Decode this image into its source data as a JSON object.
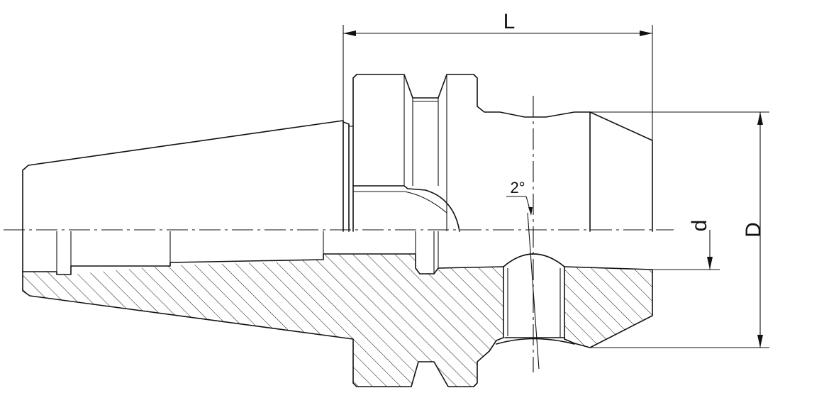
{
  "labels": {
    "length": "L",
    "bore_diameter": "d",
    "outer_diameter": "D",
    "taper_angle": "2°"
  }
}
